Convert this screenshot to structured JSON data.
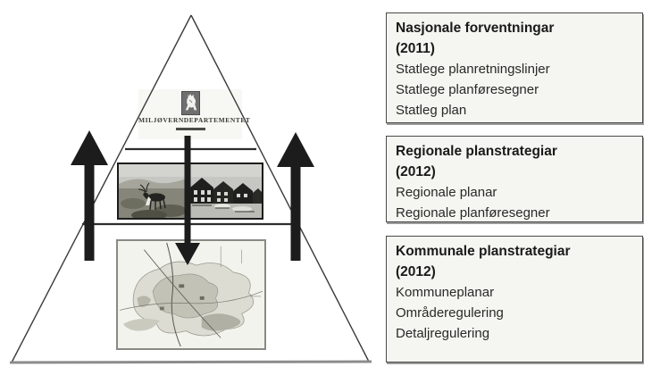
{
  "pyramid": {
    "ministry_name": "MILJØVERNDEPARTEMENTET",
    "emblem": "norwegian-lion-coat-of-arms",
    "photo": "reindeer-and-coastal-houses-photo",
    "map": "municipal-landuse-map",
    "arrows": {
      "up_left": "bottom-up-influence-arrow",
      "up_right": "bottom-up-influence-arrow",
      "down_center": "top-down-steering-arrow"
    }
  },
  "boxes": [
    {
      "title": "Nasjonale forventningar",
      "year": "(2011)",
      "items": [
        "Statlege planretningslinjer",
        "Statlege planføresegner",
        "Statleg plan"
      ]
    },
    {
      "title": "Regionale planstrategiar",
      "year": "(2012)",
      "items": [
        "Regionale planar",
        "Regionale planføresegner"
      ]
    },
    {
      "title": "Kommunale planstrategiar",
      "year": "(2012)",
      "items": [
        "Kommuneplanar",
        "Områderegulering",
        "Detaljregulering"
      ]
    }
  ],
  "colors": {
    "box_background": "#f5f5f2",
    "box_border": "#4a4a4a",
    "arrow": "#1c1c1c",
    "triangle_edge": "#3a3a3a",
    "triangle_base": "#8c8c8c"
  }
}
